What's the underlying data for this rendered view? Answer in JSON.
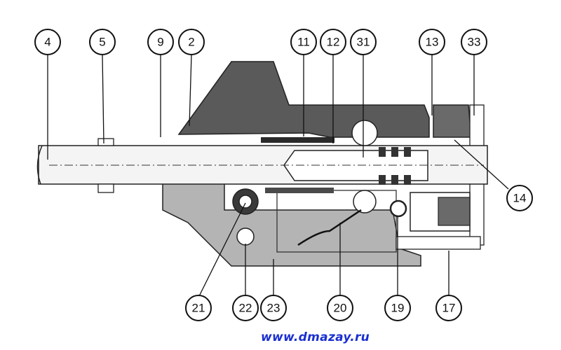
{
  "callouts": [
    {
      "key": "c4",
      "label": "4"
    },
    {
      "key": "c5",
      "label": "5"
    },
    {
      "key": "c9",
      "label": "9"
    },
    {
      "key": "c2",
      "label": "2"
    },
    {
      "key": "c11",
      "label": "11"
    },
    {
      "key": "c12",
      "label": "12"
    },
    {
      "key": "c31",
      "label": "31"
    },
    {
      "key": "c13",
      "label": "13"
    },
    {
      "key": "c33",
      "label": "33"
    },
    {
      "key": "c14",
      "label": "14"
    },
    {
      "key": "c21",
      "label": "21"
    },
    {
      "key": "c22",
      "label": "22"
    },
    {
      "key": "c23",
      "label": "23"
    },
    {
      "key": "c20",
      "label": "20"
    },
    {
      "key": "c19",
      "label": "19"
    },
    {
      "key": "c17",
      "label": "17"
    }
  ],
  "website": "www.dmazay.ru",
  "colors": {
    "dark_part": "#5a5a5a",
    "light_part": "#b4b4b4",
    "barrel": "#f4f4f4",
    "outline": "#222222",
    "website_text": "#1a2fd0"
  }
}
